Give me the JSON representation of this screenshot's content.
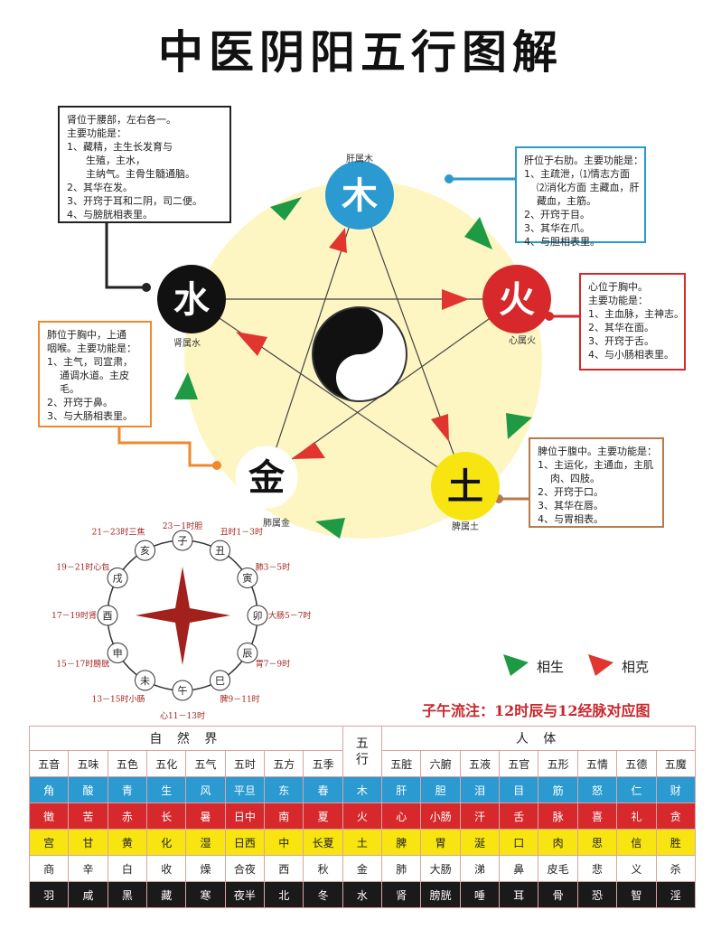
{
  "title": "中医阴阳五行图解",
  "elements": [
    {
      "key": "wood",
      "char": "木",
      "label": "肝属木",
      "color": "#2a9ad0"
    },
    {
      "key": "fire",
      "char": "火",
      "label": "心属火",
      "color": "#d7282c"
    },
    {
      "key": "earth",
      "char": "土",
      "label": "脾属土",
      "color": "#f7e410"
    },
    {
      "key": "metal",
      "char": "金",
      "label": "肺属金",
      "color": "#ffffff"
    },
    {
      "key": "water",
      "char": "水",
      "label": "肾属水",
      "color": "#111111"
    }
  ],
  "notes": {
    "water": "肾位于腰部，左右各一。\n主要功能是：\n1、藏精，主生长发育与\n      生殖，主水，\n      主纳气。主骨生髓通脑。\n2、其华在发。\n3、开窍于耳和二阴，司二便。\n4、与膀胱相表里。",
    "wood": "肝位于右肋。主要功能是：\n1、主疏泄，⑴情志方面\n    ⑵消化方面 主藏血，肝\n    藏血，主筋。\n2、开窍于目。\n3、其华在爪。\n4、与胆相表里。",
    "fire": "心位于胸中。\n主要功能是：\n1、主血脉，主神志。\n2、其华在面。\n3、开窍于舌。\n4、与小肠相表里。",
    "metal": "肺位于胸中，上通\n咽喉。主要功能是：\n1、主气，司宣肃，\n    通调水道。主皮\n    毛。\n2、开窍于鼻。\n3、与大肠相表里。",
    "earth": "脾位于腹中。主要功能是：\n1、主运化，主通血，主肌\n    肉、四肢。\n2、开窍于口。\n3、其华在唇。\n4、与胃相表。"
  },
  "clock": {
    "branches": [
      "子",
      "丑",
      "寅",
      "卯",
      "辰",
      "巳",
      "午",
      "未",
      "申",
      "酉",
      "戌",
      "亥"
    ],
    "labels": [
      "23－1时胆",
      "丑时1－3时",
      "肺3－5时",
      "大肠5－7时",
      "胃7－9时",
      "脾9－11时",
      "心11－13时",
      "13－15时小肠",
      "15－17时膀胱",
      "17－19时肾",
      "19－21时心包",
      "21－23时三焦"
    ]
  },
  "legend": {
    "generate": "相生",
    "restrain": "相克",
    "generate_color": "#1e9a45",
    "restrain_color": "#e1352f",
    "title": "子午流注：12时辰与12经脉对应图"
  },
  "table": {
    "group_left": "自 然 界",
    "wuxing_header": "五行",
    "group_right": "人    体",
    "left_headers": [
      "五音",
      "五味",
      "五色",
      "五化",
      "五气",
      "五时",
      "五方",
      "五季"
    ],
    "right_headers": [
      "五脏",
      "六腑",
      "五液",
      "五官",
      "五形",
      "五情",
      "五德",
      "五魔"
    ],
    "rows": [
      {
        "left": [
          "角",
          "酸",
          "青",
          "生",
          "风",
          "平旦",
          "东",
          "春"
        ],
        "wx": "木",
        "right": [
          "肝",
          "胆",
          "泪",
          "目",
          "筋",
          "怒",
          "仁",
          "财"
        ]
      },
      {
        "left": [
          "徵",
          "苦",
          "赤",
          "长",
          "暑",
          "日中",
          "南",
          "夏"
        ],
        "wx": "火",
        "right": [
          "心",
          "小肠",
          "汗",
          "舌",
          "脉",
          "喜",
          "礼",
          "贪"
        ]
      },
      {
        "left": [
          "宫",
          "甘",
          "黄",
          "化",
          "湿",
          "日西",
          "中",
          "长夏"
        ],
        "wx": "土",
        "right": [
          "脾",
          "胃",
          "涎",
          "口",
          "肉",
          "思",
          "信",
          "胜"
        ]
      },
      {
        "left": [
          "商",
          "辛",
          "白",
          "收",
          "燥",
          "合夜",
          "西",
          "秋"
        ],
        "wx": "金",
        "right": [
          "肺",
          "大肠",
          "涕",
          "鼻",
          "皮毛",
          "悲",
          "义",
          "杀"
        ]
      },
      {
        "left": [
          "羽",
          "咸",
          "黑",
          "藏",
          "寒",
          "夜半",
          "北",
          "冬"
        ],
        "wx": "水",
        "right": [
          "肾",
          "膀胱",
          "唾",
          "耳",
          "骨",
          "恐",
          "智",
          "淫"
        ]
      }
    ]
  }
}
